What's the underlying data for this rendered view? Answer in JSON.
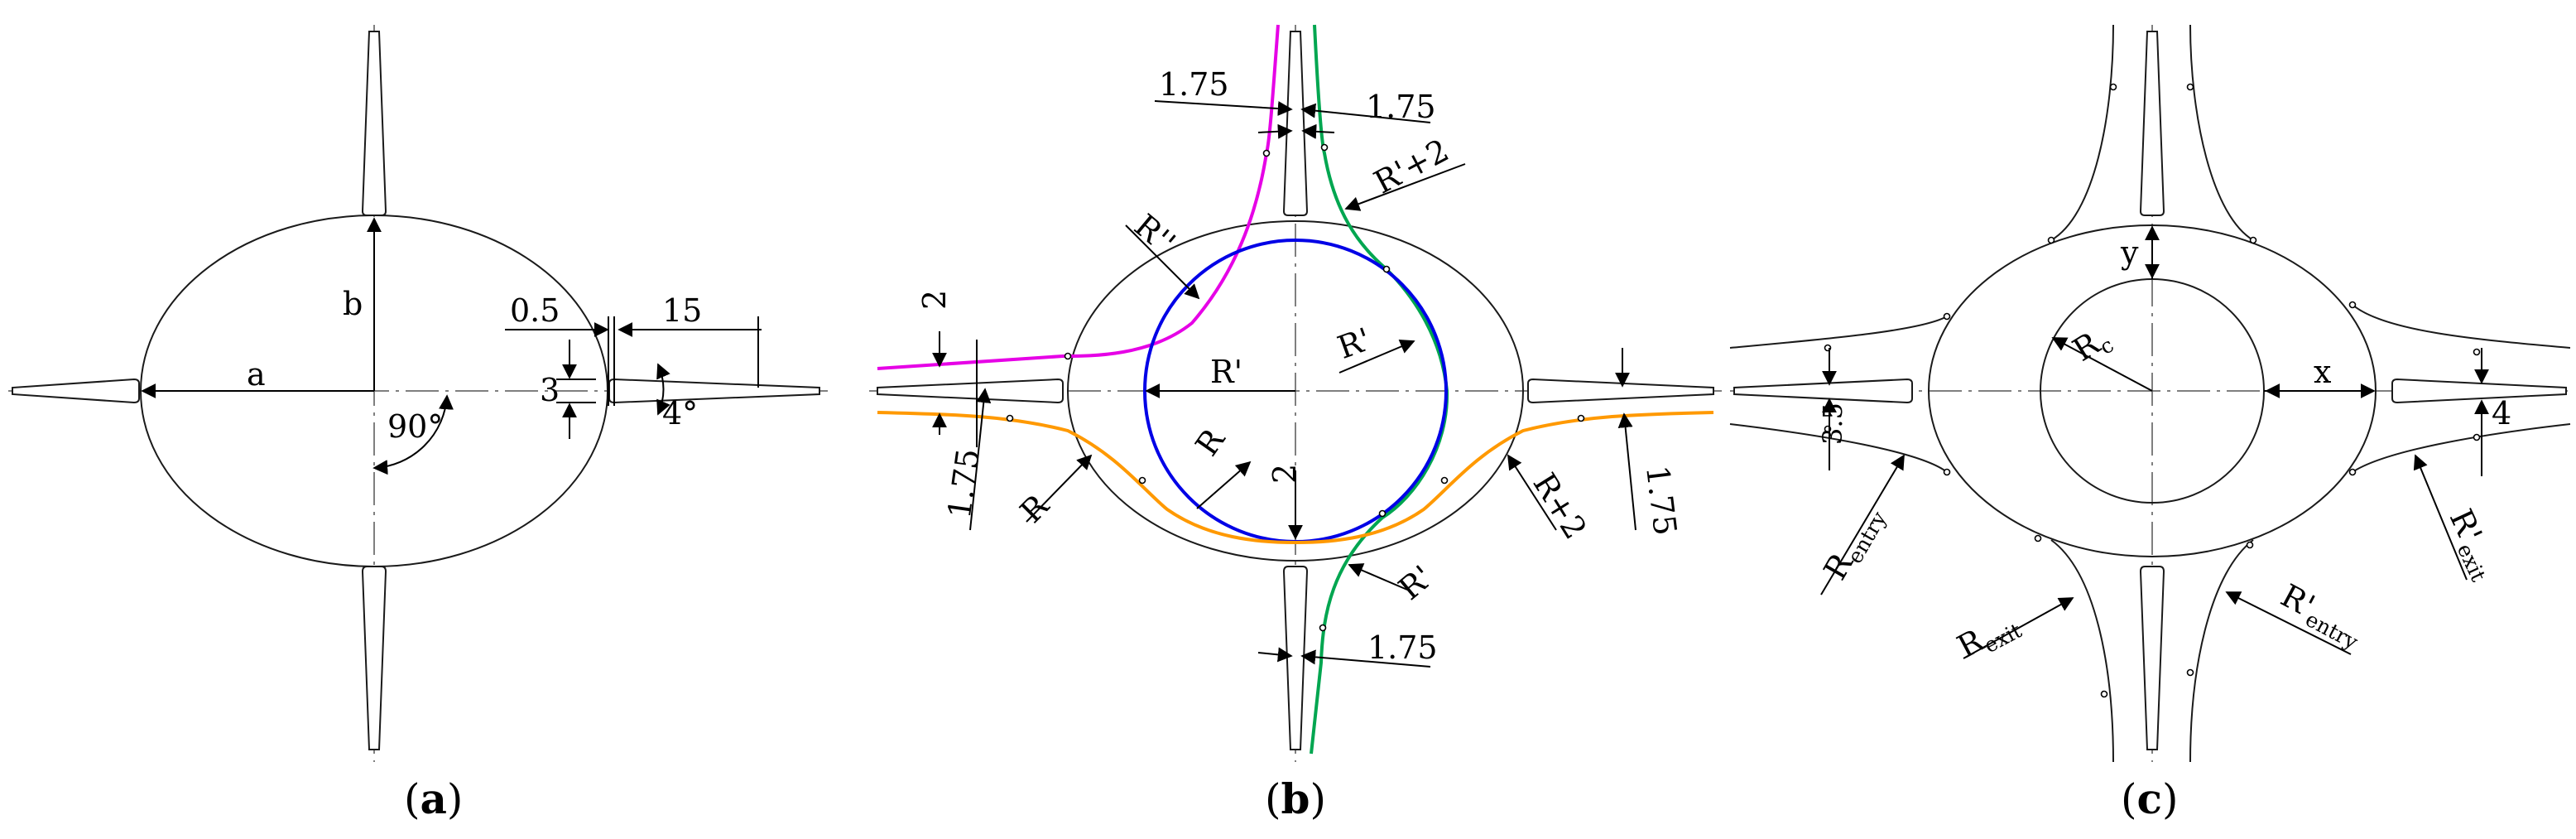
{
  "colors": {
    "magenta": "#e600e6",
    "green": "#00a650",
    "blue": "#0000e6",
    "orange": "#ff9900",
    "ink": "#000000"
  },
  "panel_a": {
    "caption_open": "(",
    "caption_letter": "a",
    "caption_close": ")",
    "label_a": "a",
    "label_b": "b",
    "angle_90": "90°",
    "dim_05": "0.5",
    "dim_15": "15",
    "dim_3": "3",
    "angle_4": "4°"
  },
  "panel_b": {
    "caption_open": "(",
    "caption_letter": "b",
    "caption_close": ")",
    "dim_175_top_left": "1.75",
    "dim_175_top_right": "1.75",
    "label_r_prime_plus2": "R'+2",
    "label_r_double_prime": "R''",
    "label_r_prime_inner": "R'",
    "label_r_prime_axis": "R'",
    "label_r_inner": "R",
    "dim_2_center": "2",
    "dim_2_left": "2",
    "dim_175_left": "1.75",
    "label_r_left": "R",
    "label_r_plus2": "R+2",
    "dim_175_right": "1.75",
    "label_r_prime_bottom": "R'",
    "dim_175_bottom": "1.75"
  },
  "panel_c": {
    "caption_open": "(",
    "caption_letter": "c",
    "caption_close": ")",
    "label_y": "y",
    "label_x": "x",
    "label_rc_main": "R",
    "label_rc_sub": "c",
    "dim_35": "3.5",
    "dim_4": "4",
    "label_rentry_main": "R",
    "label_rentry_sub": "entry",
    "label_rexit_main": "R",
    "label_rexit_sub": "exit",
    "label_rpentry_main": "R'",
    "label_rpentry_sub": "entry",
    "label_rpexit_main": "R'",
    "label_rpexit_sub": "exit"
  }
}
